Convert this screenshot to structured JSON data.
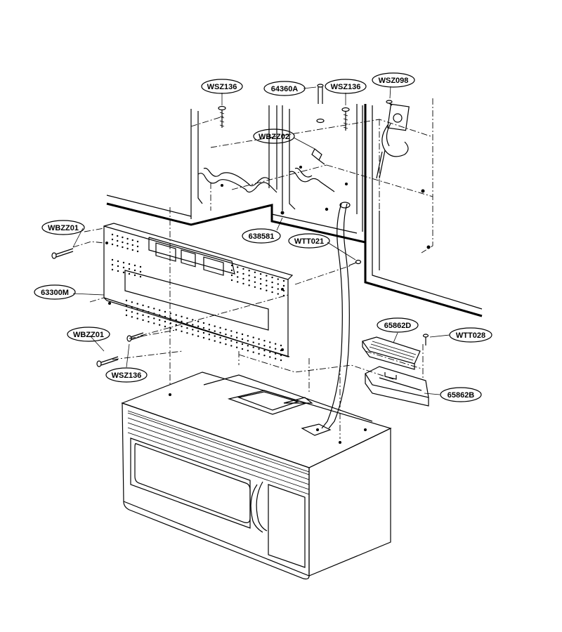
{
  "labels": {
    "wsz136_top": "WSZ136",
    "p64360a": "64360A",
    "wsz136_mid": "WSZ136",
    "wsz098": "WSZ098",
    "wbzz02": "WBZZ02",
    "wbzz01_top": "WBZZ01",
    "p638581": "638581",
    "wtt021": "WTT021",
    "p63300m": "63300M",
    "p65862d": "65862D",
    "wtt028": "WTT028",
    "wbzz01_bottom": "WBZZ01",
    "wsz136_bottom": "WSZ136",
    "p65862b": "65862B"
  }
}
